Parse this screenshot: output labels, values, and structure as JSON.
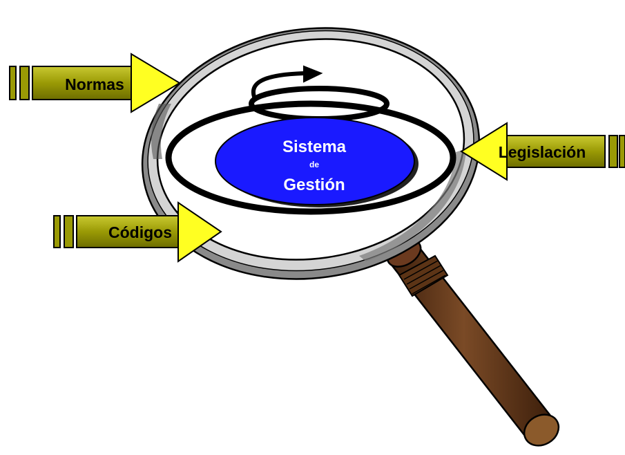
{
  "center": {
    "line1": "Sistema",
    "line2": "de",
    "line3": "Gestión"
  },
  "inputs": {
    "normas": "Normas",
    "codigos": "Códigos",
    "legislacion": "Legislación"
  },
  "colors": {
    "arrow_fill": "#ffff22",
    "arrow_box": "#8b8b00",
    "ellipse_fill": "#1a1aff",
    "handle": "#6b3a1f",
    "rim": "#bdbdbd"
  },
  "icons": {
    "magnifier": "magnifying-glass-icon",
    "spiral": "spiral-arrow-icon"
  }
}
